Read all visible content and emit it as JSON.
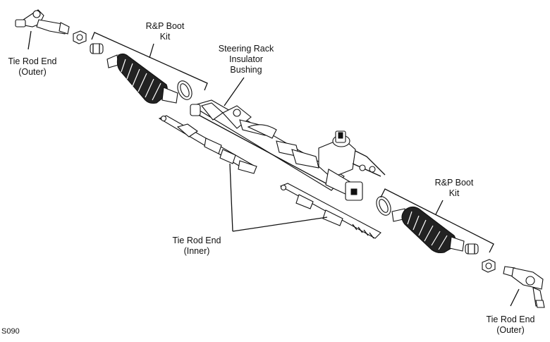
{
  "labels": {
    "tie_rod_end_outer_left": [
      "Tie Rod End",
      "(Outer)"
    ],
    "rp_boot_kit_left": [
      "R&P Boot",
      "Kit"
    ],
    "steering_rack_insulator_bushing": [
      "Steering Rack",
      "Insulator",
      "Bushing"
    ],
    "tie_rod_end_inner": [
      "Tie Rod End",
      "(Inner)"
    ],
    "rp_boot_kit_right": [
      "R&P Boot",
      "Kit"
    ],
    "tie_rod_end_outer_right": [
      "Tie Rod End",
      "(Outer)"
    ]
  },
  "figure_code": "S090"
}
